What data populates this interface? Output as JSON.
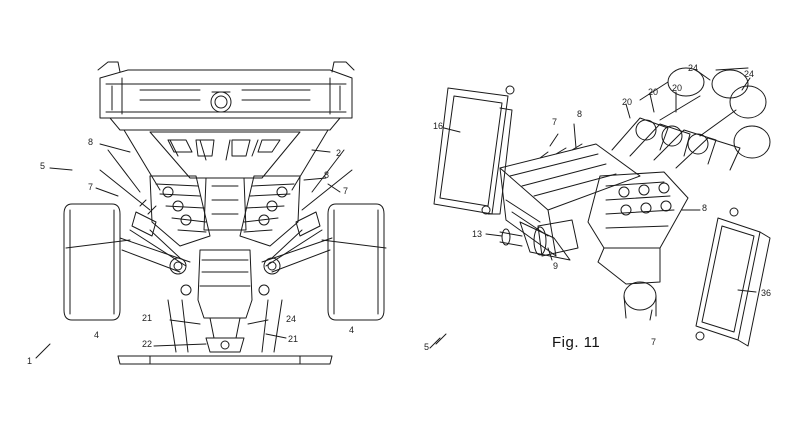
{
  "figure_caption": "Fig. 11",
  "left_view": {
    "labels": [
      "8",
      "2",
      "5",
      "7",
      "7",
      "8",
      "4",
      "4",
      "21",
      "24",
      "22",
      "21",
      "1"
    ]
  },
  "right_view": {
    "labels": [
      "24",
      "24",
      "20",
      "20",
      "20",
      "16",
      "8",
      "7",
      "8",
      "13",
      "9",
      "36",
      "5",
      "7"
    ]
  },
  "colors": {
    "line": "#1a1a1a",
    "background": "#ffffff"
  }
}
